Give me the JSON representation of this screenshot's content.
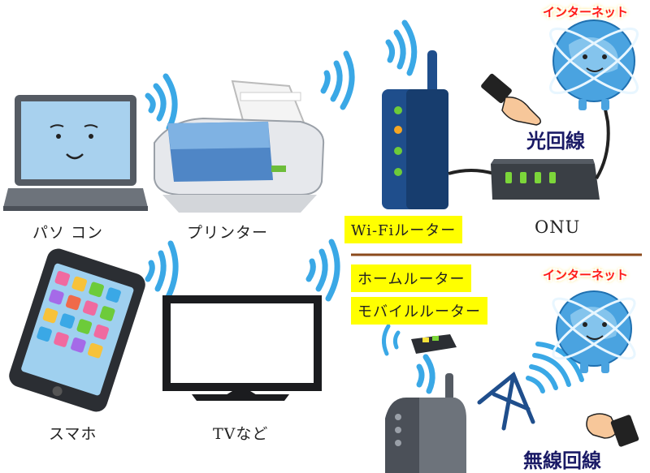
{
  "devices": {
    "pc": "パソ コン",
    "printer": "プリンター",
    "smartphone": "スマホ",
    "tv": "TVなど",
    "onu": "ONU"
  },
  "router_labels": {
    "wifi_router": "Wi-Fiルーター",
    "home_router": "ホームルーター",
    "mobile_router": "モバイルルーター"
  },
  "internet": {
    "label_top": "インターネット",
    "label_bottom": "インターネット"
  },
  "lines": {
    "fiber": "光回線",
    "wireless": "無線回線"
  },
  "colors": {
    "wifi_wave": "#3aa8e6",
    "router_blue": "#1f4e8c",
    "highlight": "#ffff00",
    "divider": "#8b4a1c",
    "globe": "#4aa3e0"
  }
}
